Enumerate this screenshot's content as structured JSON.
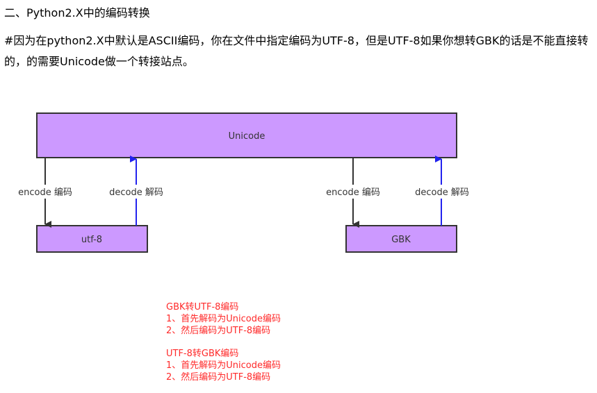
{
  "heading": "二、Python2.X中的编码转换",
  "paragraph": "#因为在python2.X中默认是ASCII编码，你在文件中指定编码为UTF-8，但是UTF-8如果你想转GBK的话是不能直接转的，的需要Unicode做一个转接站点。",
  "diagram": {
    "unicode_label": "Unicode",
    "utf8_label": "utf-8",
    "gbk_label": "GBK",
    "left_encode": "encode 编码",
    "left_decode": "decode 解码",
    "right_encode": "encode 编码",
    "right_decode": "decode 解码",
    "box_fill": "#cc99ff",
    "encode_arrow_color": "#333333",
    "decode_arrow_color": "#2222ee"
  },
  "notes": {
    "gbk_to_utf8": {
      "title": "GBK转UTF-8编码",
      "step1": "1、首先解码为Unicode编码",
      "step2": "2、然后编码为UTF-8编码"
    },
    "utf8_to_gbk": {
      "title": "UTF-8转GBK编码",
      "step1": "1、首先解码为Unicode编码",
      "step2": "2、然后编码为UTF-8编码"
    },
    "color": "#ff2a2a"
  }
}
